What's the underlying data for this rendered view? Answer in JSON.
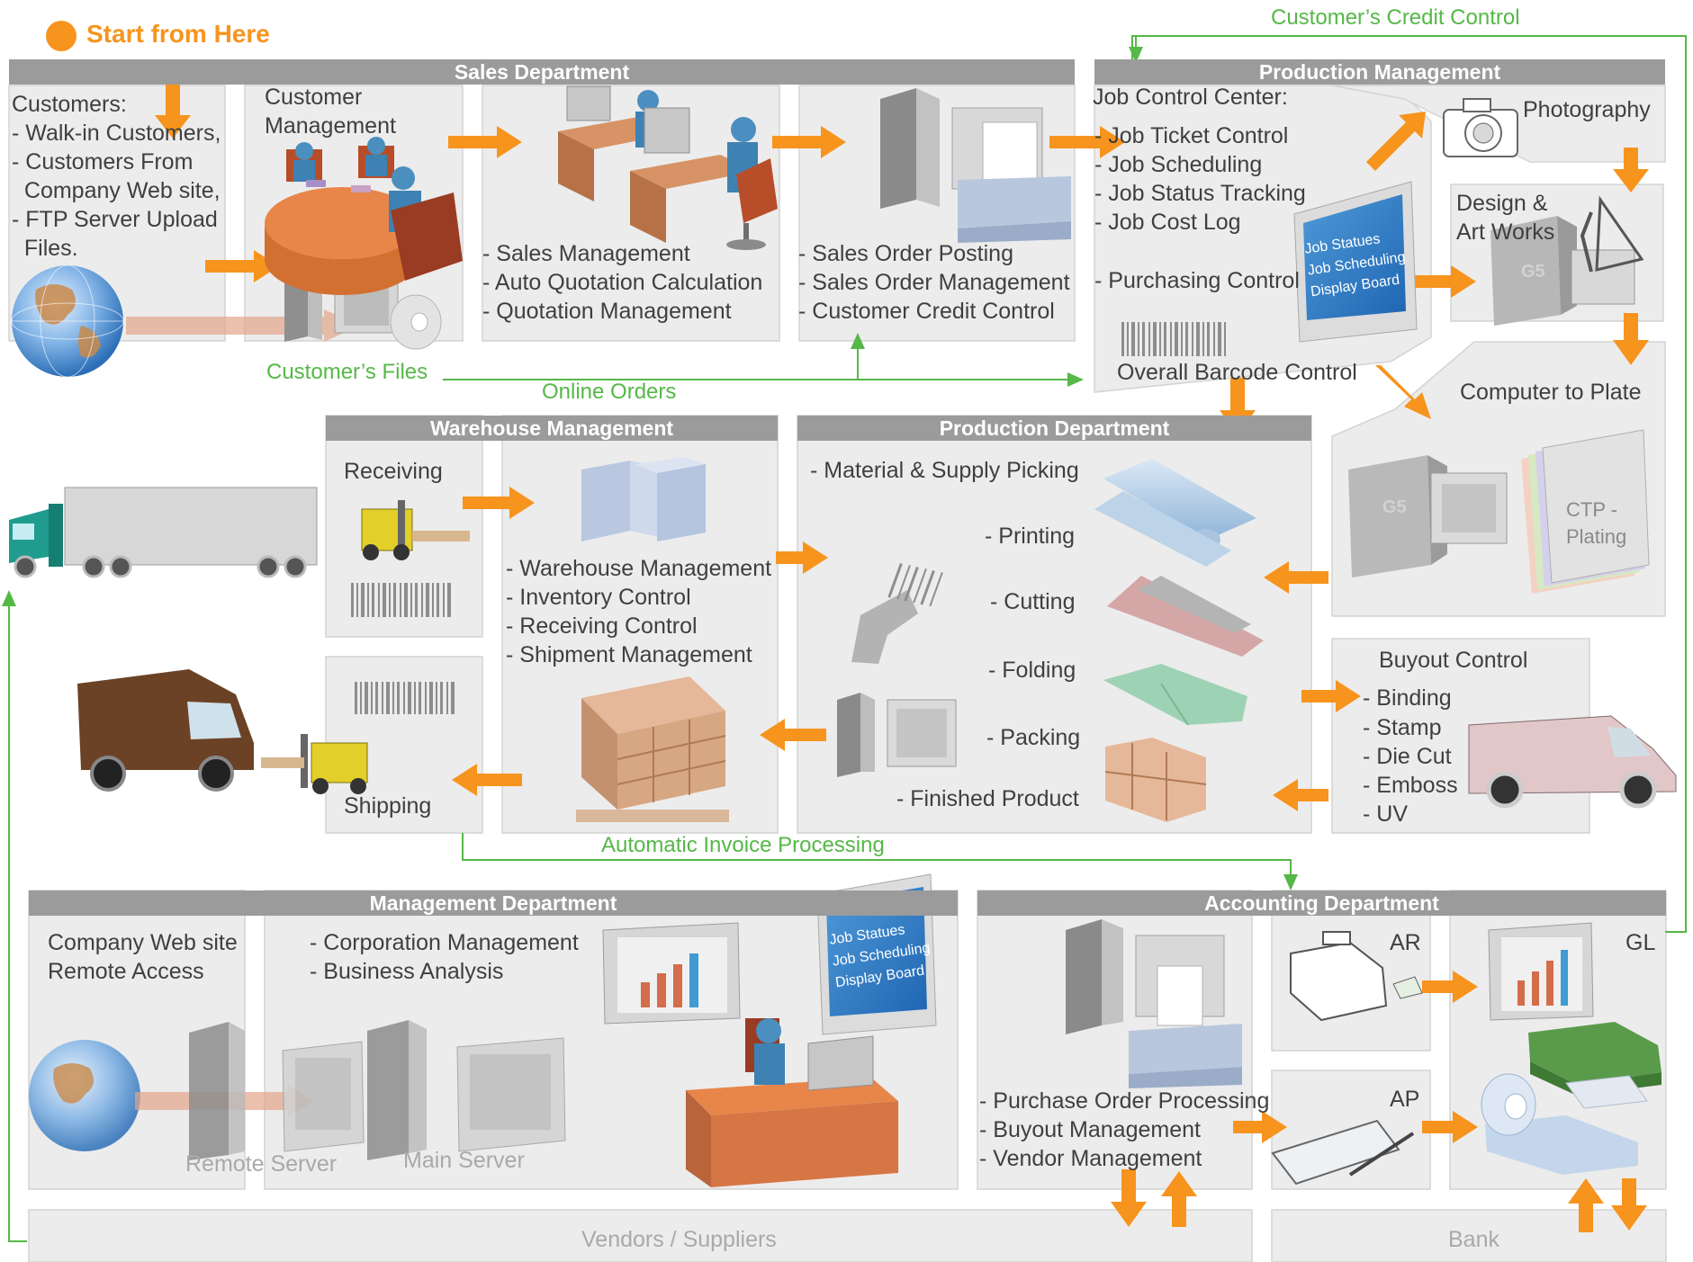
{
  "start": "Start from Here",
  "customers": {
    "title": "Customers:",
    "items": [
      "- Walk-in Customers,",
      "- Customers From",
      "  Company Web site,",
      "- FTP Server Upload",
      "  Files."
    ]
  },
  "customer_mgmt": "Customer\nManagement",
  "customers_files": "Customer’s Files",
  "online_orders": "Online Orders",
  "credit_control": "Customer’s Credit Control",
  "invoice": "Automatic Invoice Processing",
  "sales": {
    "header": "Sales Department",
    "col1": [
      "- Sales Management",
      "- Auto Quotation Calculation",
      "- Quotation Management"
    ],
    "col2": [
      "- Sales Order Posting",
      "- Sales Order Management",
      "- Customer Credit Control"
    ]
  },
  "prodmgmt": {
    "header": "Production Management",
    "title": "Job Control Center:",
    "items": [
      "- Job Ticket Control",
      "- Job Scheduling",
      "- Job Status Tracking",
      "- Job Cost Log"
    ],
    "purchasing": "- Purchasing Control",
    "barcode": "Overall Barcode Control",
    "display_board": "Job Statues\nJob Scheduling\nDisplay Board",
    "photography": "Photography",
    "design": "Design &\nArt Works",
    "ctp_title": "Computer to Plate",
    "ctp_plate": "CTP -\nPlating",
    "g5": "G5"
  },
  "warehouse": {
    "header": "Warehouse Management",
    "receiving": "Receiving",
    "shipping": "Shipping",
    "items": [
      "- Warehouse Management",
      "- Inventory Control",
      "- Receiving Control",
      "- Shipment Management"
    ]
  },
  "production": {
    "header": "Production Department",
    "items": [
      "- Material & Supply Picking",
      "- Printing",
      "- Cutting",
      "- Folding",
      "- Packing",
      "- Finished Product"
    ]
  },
  "buyout": {
    "title": "Buyout Control",
    "items": [
      "- Binding",
      "- Stamp",
      "- Die Cut",
      "- Emboss",
      "- UV"
    ]
  },
  "management": {
    "header": "Management Department",
    "web": "Company Web site\nRemote Access",
    "items": [
      "- Corporation Management",
      "- Business Analysis"
    ],
    "remote_server": "Remote Server",
    "main_server": "Main Server",
    "display_board": "Job Statues\nJob Scheduling\nDisplay Board"
  },
  "accounting": {
    "header": "Accounting Department",
    "items": [
      "- Purchase Order Processing",
      "- Buyout Management",
      "- Vendor Management"
    ],
    "ar": "AR",
    "ap": "AP",
    "gl": "GL"
  },
  "vendors": "Vendors / Suppliers",
  "bank": "Bank",
  "colors": {
    "orange": "#f7941d",
    "green": "#55b847",
    "header": "#9b9b9b",
    "box": "#ececec"
  }
}
